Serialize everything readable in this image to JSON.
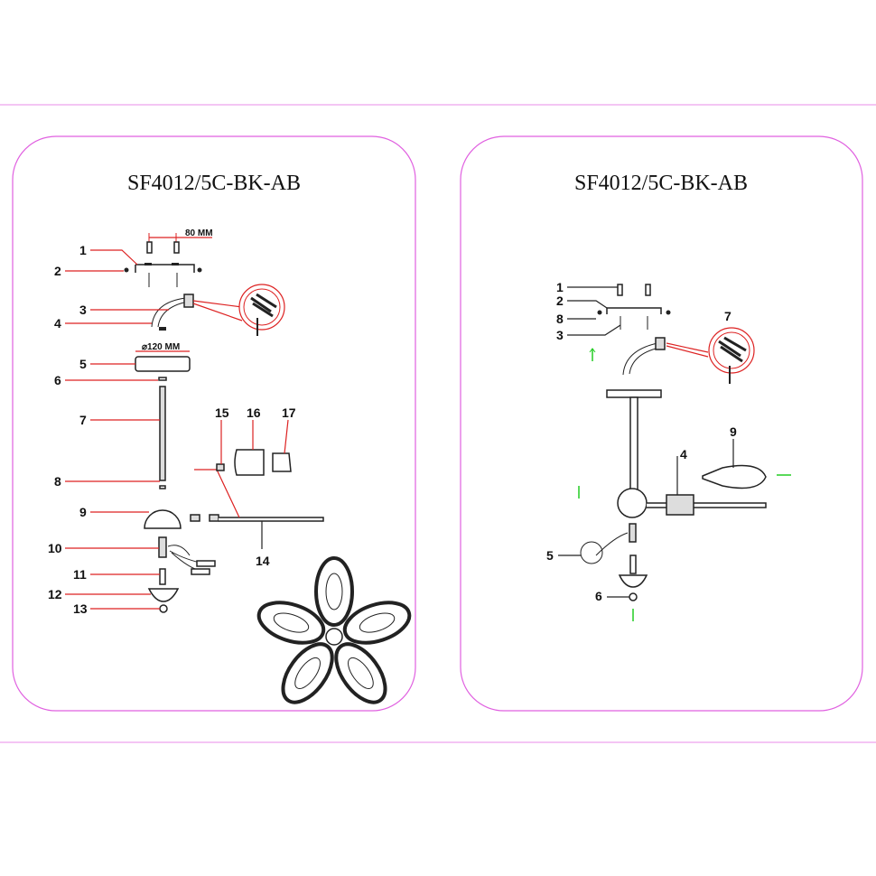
{
  "left_panel": {
    "title": "SF4012/5C-BK-AB",
    "dimensions": {
      "mount_spacing": "80 MM",
      "canopy_diameter": "⌀120 MM"
    },
    "labels": [
      "1",
      "2",
      "3",
      "4",
      "5",
      "6",
      "7",
      "8",
      "9",
      "10",
      "11",
      "12",
      "13",
      "14",
      "15",
      "16",
      "17"
    ]
  },
  "right_panel": {
    "title": "SF4012/5C-BK-AB",
    "labels": [
      "1",
      "2",
      "8",
      "3",
      "7",
      "9",
      "4",
      "5",
      "6"
    ]
  },
  "colors": {
    "frame": "#e060e0",
    "leader": "#dd2222",
    "arrow": "#22cc22"
  }
}
